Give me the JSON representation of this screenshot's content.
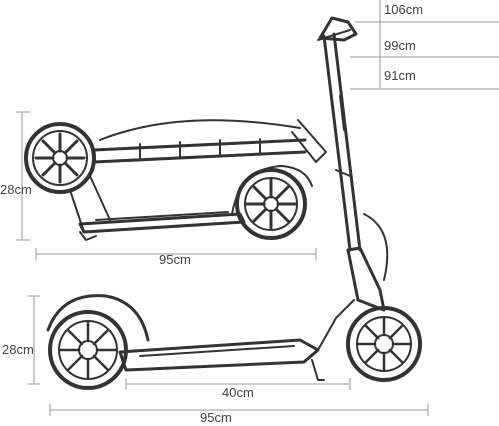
{
  "dimensions": {
    "handlebar_heights": [
      "106cm",
      "99cm",
      "91cm"
    ],
    "folded": {
      "height": "28cm",
      "length": "95cm"
    },
    "unfolded": {
      "deck_height": "28cm",
      "deck_length": "40cm",
      "total_length": "95cm"
    }
  },
  "colors": {
    "ink": "#333333",
    "dimension_line": "#9a9a9a",
    "label": "#444444"
  }
}
